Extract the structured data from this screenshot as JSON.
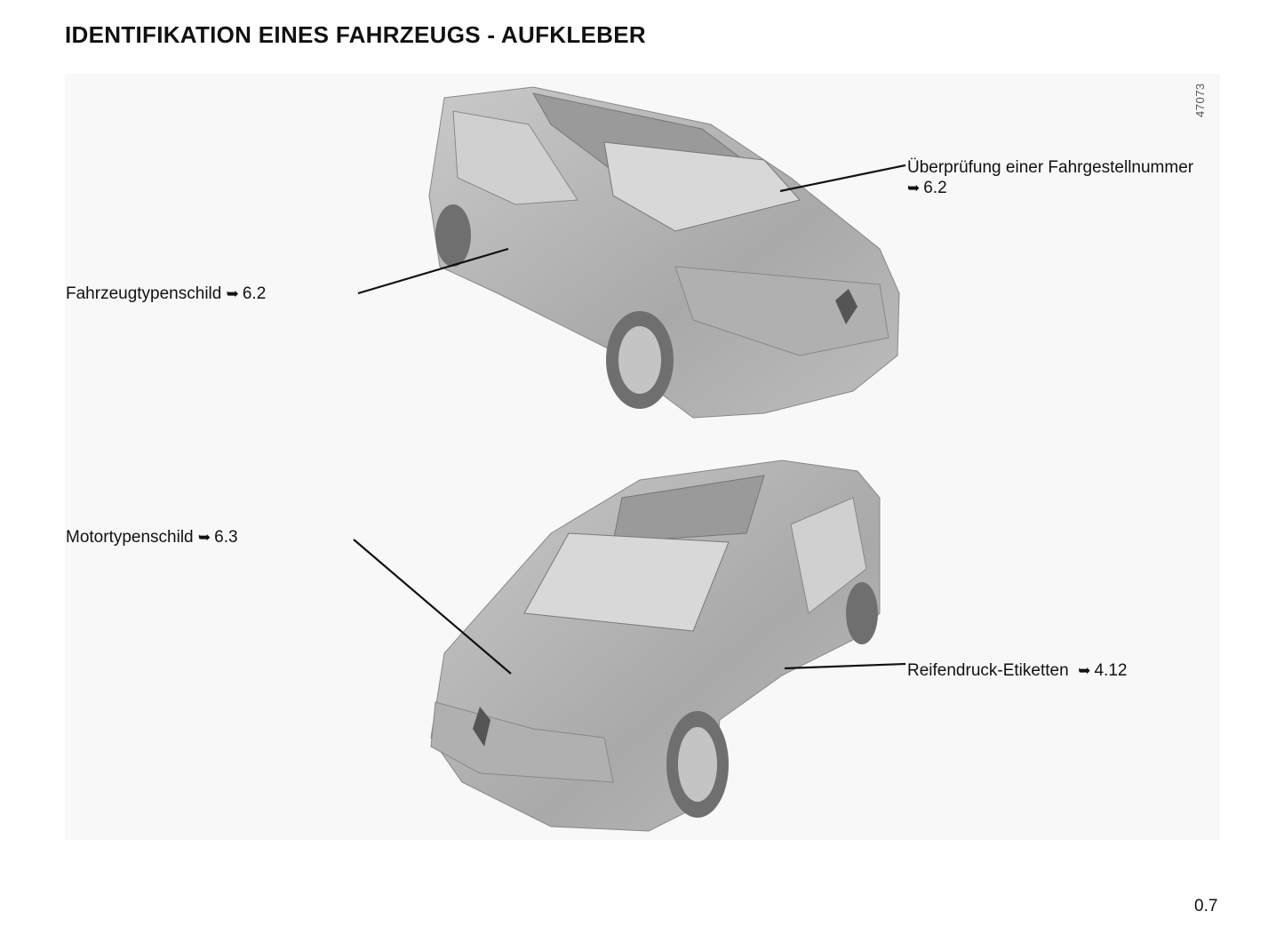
{
  "title": "IDENTIFIKATION EINES FAHRZEUGS - AUFKLEBER",
  "figure_code": "47073",
  "labels": [
    {
      "text": "Überprüfung einer Fahrgestellnummer",
      "arrow": "➥",
      "ref": "6.2"
    },
    {
      "text": "Fahrzeugtypenschild",
      "arrow": "➥",
      "ref": "6.2"
    },
    {
      "text": "Motortypenschild",
      "arrow": "➥",
      "ref": "6.3"
    },
    {
      "text": "Reifendruck-Etiketten",
      "arrow": "➥",
      "ref": "4.12"
    }
  ],
  "page_number": "0.7"
}
